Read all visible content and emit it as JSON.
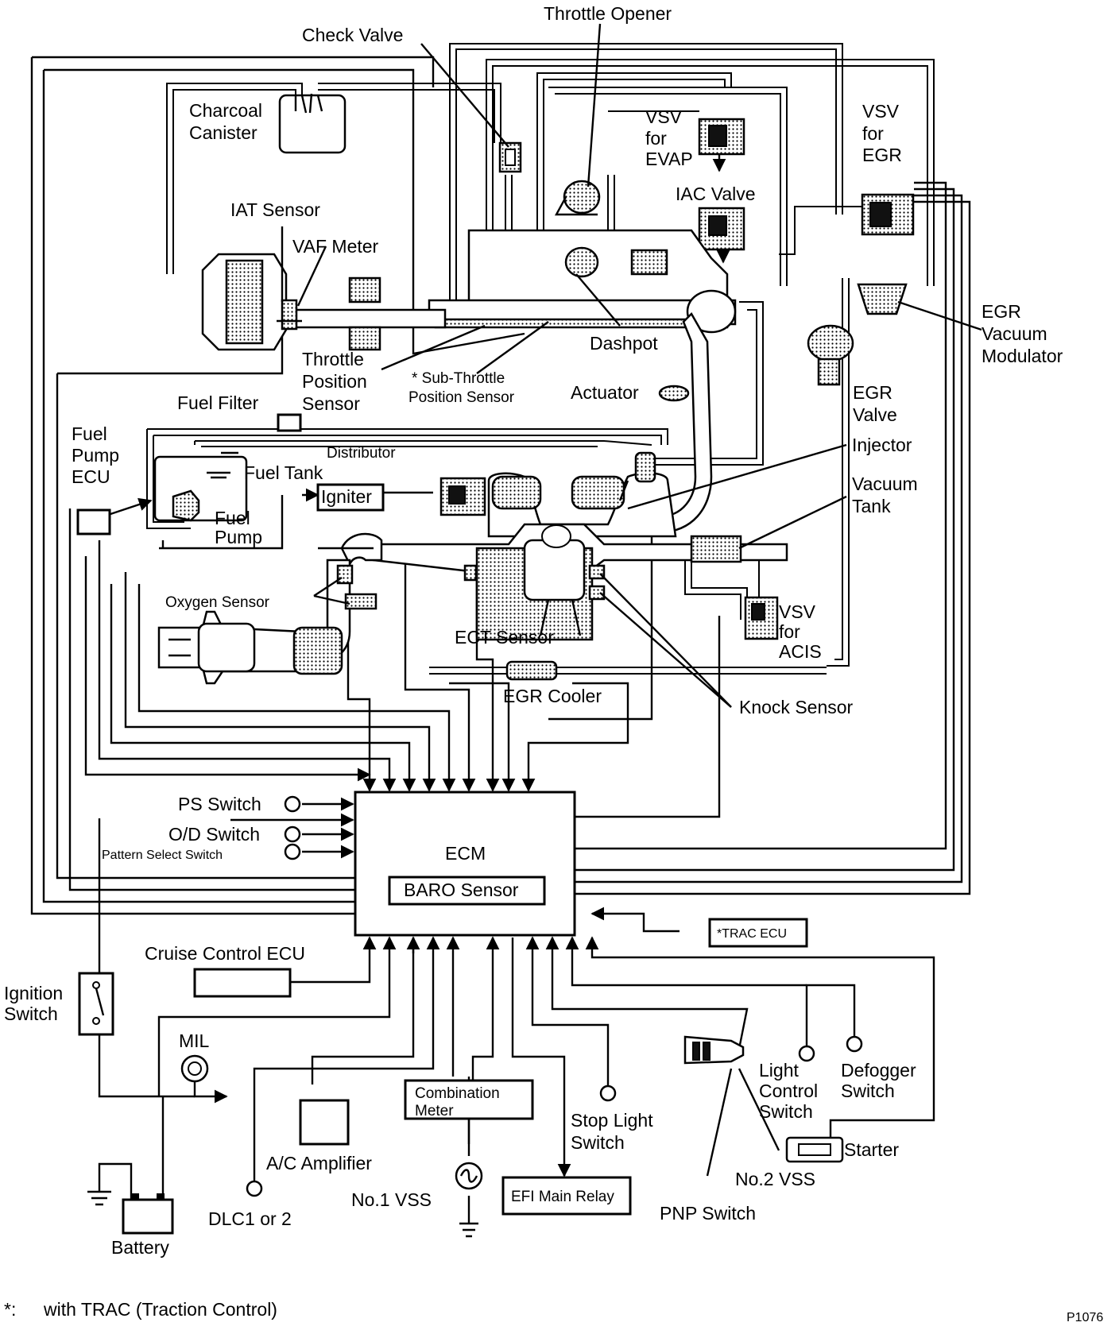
{
  "labels": {
    "throttle_opener": "Throttle Opener",
    "check_valve": "Check Valve",
    "charcoal_canister_1": "Charcoal",
    "charcoal_canister_2": "Canister",
    "vsv_evap_1": "VSV",
    "vsv_evap_2": "for",
    "vsv_evap_3": "EVAP",
    "vsv_egr_1": "VSV",
    "vsv_egr_2": "for",
    "vsv_egr_3": "EGR",
    "iac_valve": "IAC Valve",
    "iat_sensor": "IAT Sensor",
    "vaf_meter": "VAF Meter",
    "dashpot": "Dashpot",
    "egr_vacuum_modulator_1": "EGR",
    "egr_vacuum_modulator_2": "Vacuum",
    "egr_vacuum_modulator_3": "Modulator",
    "throttle_position_sensor_1": "Throttle",
    "throttle_position_sensor_2": "Position",
    "throttle_position_sensor_3": "Sensor",
    "sub_throttle_1": "* Sub-Throttle",
    "sub_throttle_2": "Position Sensor",
    "actuator": "Actuator",
    "egr_valve_1": "EGR",
    "egr_valve_2": "Valve",
    "fuel_filter": "Fuel Filter",
    "fuel_pump_ecu_1": "Fuel",
    "fuel_pump_ecu_2": "Pump",
    "fuel_pump_ecu_3": "ECU",
    "distributor": "Distributor",
    "injector": "Injector",
    "fuel_tank": "Fuel Tank",
    "igniter": "Igniter",
    "vacuum_tank_1": "Vacuum",
    "vacuum_tank_2": "Tank",
    "fuel_pump_1": "Fuel",
    "fuel_pump_2": "Pump",
    "oxygen_sensor": "Oxygen Sensor",
    "vsv_acis_1": "VSV",
    "vsv_acis_2": "for",
    "vsv_acis_3": "ACIS",
    "ect_sensor": "ECT Sensor",
    "egr_cooler": "EGR Cooler",
    "knock_sensor": "Knock Sensor",
    "ps_switch": "PS Switch",
    "od_switch": "O/D Switch",
    "pattern_select_switch": "Pattern Select Switch",
    "ecm": "ECM",
    "baro_sensor": "BARO Sensor",
    "trac_ecu": "*TRAC ECU",
    "cruise_control_ecu": "Cruise Control ECU",
    "ignition_switch_1": "Ignition",
    "ignition_switch_2": "Switch",
    "mil": "MIL",
    "combination_meter_1": "Combination",
    "combination_meter_2": "Meter",
    "stop_light_switch_1": "Stop Light",
    "stop_light_switch_2": "Switch",
    "light_control_switch_1": "Light",
    "light_control_switch_2": "Control",
    "light_control_switch_3": "Switch",
    "defogger_switch_1": "Defogger",
    "defogger_switch_2": "Switch",
    "starter": "Starter",
    "ac_amplifier": "A/C Amplifier",
    "no2_vss": "No.2 VSS",
    "no1_vss": "No.1 VSS",
    "efi_main_relay": "EFI Main Relay",
    "dlc": "DLC1 or 2",
    "pnp_switch": "PNP Switch",
    "battery": "Battery"
  },
  "footnote": {
    "marker": "*:",
    "text": "with TRAC (Traction Control)"
  },
  "figure_id": "P1076"
}
